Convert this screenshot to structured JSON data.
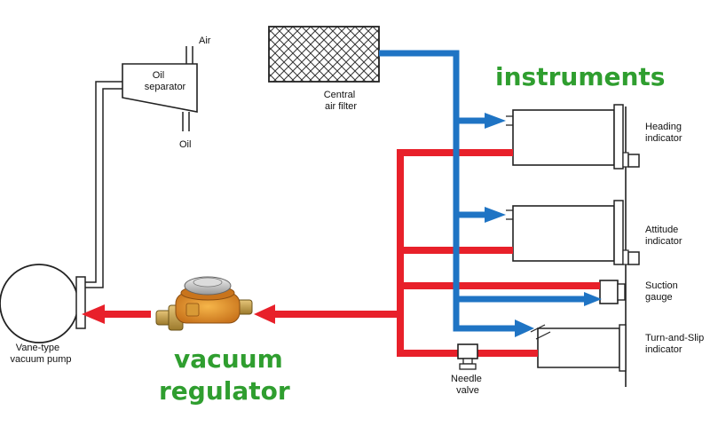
{
  "labels": {
    "air": "Air",
    "oil_separator_1": "Oil",
    "oil_separator_2": "separator",
    "oil": "Oil",
    "central_filter_1": "Central",
    "central_filter_2": "air filter",
    "heading_1": "Heading",
    "heading_2": "indicator",
    "attitude_1": "Attitude",
    "attitude_2": "indicator",
    "suction_1": "Suction",
    "suction_2": "gauge",
    "turn_1": "Turn-and-Slip",
    "turn_2": "indicator",
    "needle_1": "Needle",
    "needle_2": "valve",
    "pump_1": "Vane-type",
    "pump_2": "vacuum pump"
  },
  "headings": {
    "instruments": "instruments",
    "vacuum": "vacuum",
    "regulator": "regulator"
  },
  "colors": {
    "vacuum_line": "#e8202a",
    "filtered_air_line": "#1f74c4",
    "heading_text": "#2f9e2f",
    "outline": "#222222"
  }
}
